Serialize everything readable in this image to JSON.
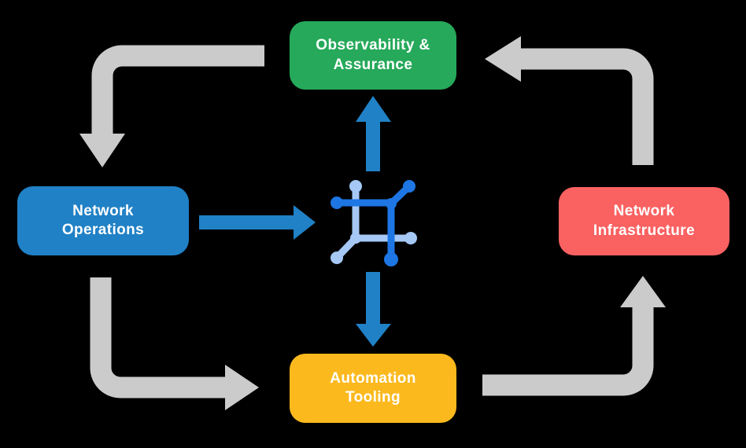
{
  "nodes": {
    "observability": {
      "label": "Observability &\nAssurance",
      "color": "#26A95A"
    },
    "operations": {
      "label": "Network\nOperations",
      "color": "#2081C6"
    },
    "infrastructure": {
      "label": "Network\nInfrastructure",
      "color": "#FA6161"
    },
    "automation": {
      "label": "Automation\nTooling",
      "color": "#FBB91D"
    }
  },
  "colors": {
    "background": "#000000",
    "text": "#FFFFFF",
    "arrow_gray": "#CBCBCB",
    "arrow_blue": "#2081C6",
    "icon_dark_blue": "#1D76E4",
    "icon_light_blue": "#A5C8F5"
  },
  "edges": {
    "gray_cycle": [
      "observability-assurance -> network-operations",
      "network-operations -> automation-tooling",
      "automation-tooling -> network-infrastructure",
      "network-infrastructure -> observability-assurance"
    ],
    "blue_arrows": [
      "network-operations -> center-icon",
      "center-icon -> observability-assurance",
      "center-icon -> automation-tooling"
    ]
  },
  "center_icon": "network-mesh-icon"
}
